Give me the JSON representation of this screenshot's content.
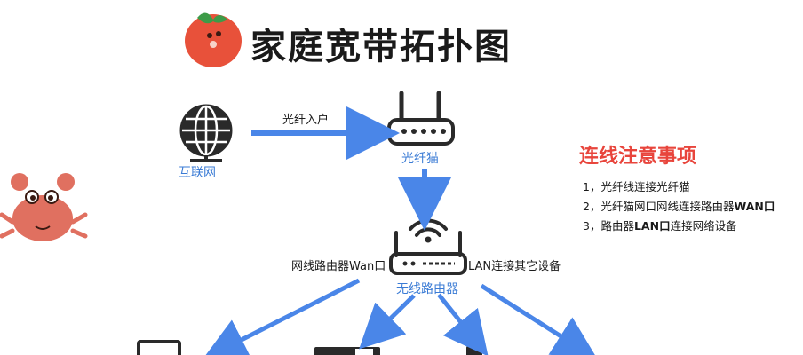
{
  "title": "家庭宽带拓扑图",
  "nodes": {
    "internet": "互联网",
    "modem": "光纤猫",
    "router": "无线路由器"
  },
  "edges": {
    "fiber_in": "光纤入户",
    "router_wan": "网线路由器Wan口",
    "router_lan": "LAN连接其它设备"
  },
  "notes": {
    "title": "连线注意事项",
    "items": [
      {
        "prefix": "1，",
        "text": "光纤线连接光纤猫",
        "bold": "",
        "suffix": ""
      },
      {
        "prefix": "2，",
        "text": "光纤猫网口网线连接路由器",
        "bold": "WAN口",
        "suffix": ""
      },
      {
        "prefix": "3，",
        "text": "路由器",
        "bold": "LAN口",
        "suffix": "连接网络设备"
      }
    ]
  },
  "colors": {
    "arrow": "#4a86e8",
    "label_blue": "#3a7bd5",
    "notes_title": "#e8453c",
    "icon": "#2a2a2a",
    "tomato": "#e8513a",
    "crab": "#e07060"
  }
}
